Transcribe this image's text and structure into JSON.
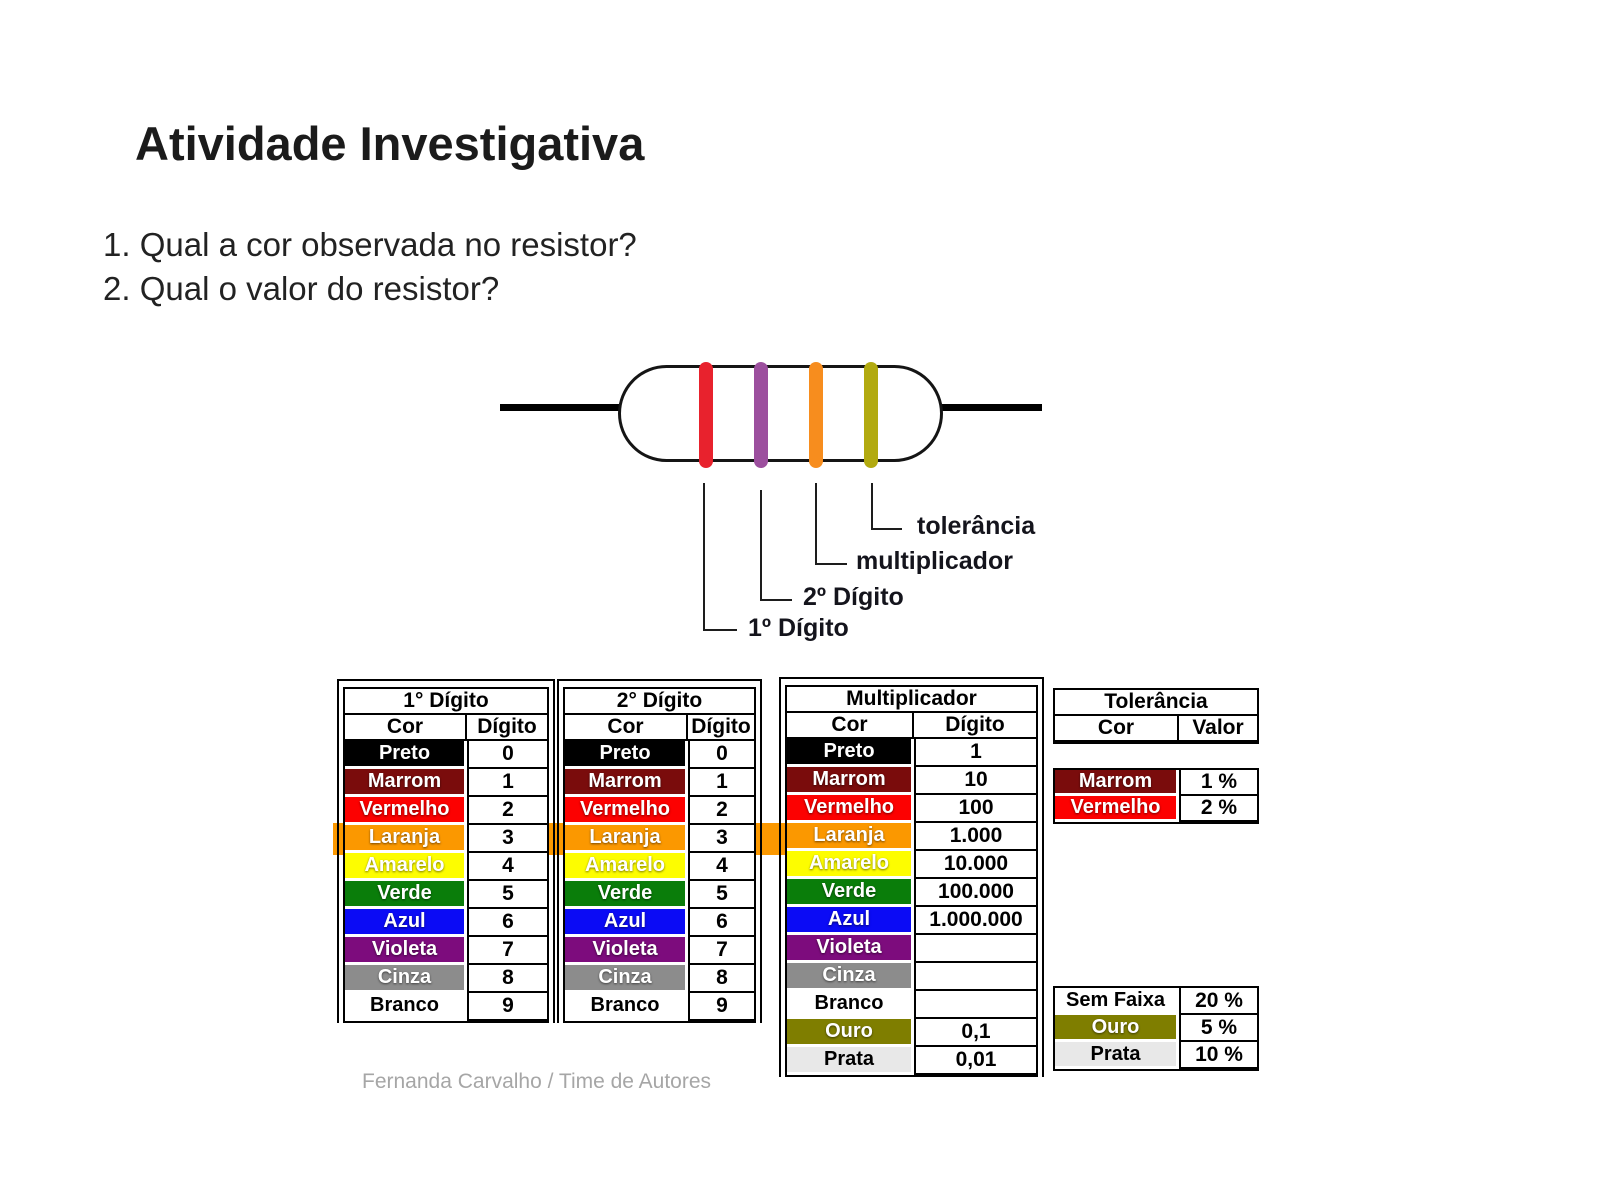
{
  "slide": {
    "title": "Atividade Investigativa",
    "questions": [
      "1. Qual a cor observada no resistor?",
      "2. Qual o valor do resistor?"
    ],
    "footer": "Fernanda Carvalho / Time de Autores"
  },
  "resistor": {
    "bands": [
      {
        "name": "band-vermelho",
        "color": "#e8222d",
        "label": "1º Dígito"
      },
      {
        "name": "band-violeta",
        "color": "#9c4f9e",
        "label": "2º Dígito"
      },
      {
        "name": "band-laranja",
        "color": "#f78d1e",
        "label": "multiplicador"
      },
      {
        "name": "band-ouro",
        "color": "#b2aa10",
        "label": "tolerância"
      }
    ]
  },
  "highlight": {
    "color": "#fb9800",
    "highlighted_row": "Laranja"
  },
  "tables": {
    "digit1": {
      "title": "1° Dígito",
      "headers": [
        "Cor",
        "Dígito"
      ],
      "rows": [
        {
          "cor": "Preto",
          "bg": "#000000",
          "fg": "#ffffff",
          "value": "0"
        },
        {
          "cor": "Marrom",
          "bg": "#7a0c0c",
          "fg": "#ffffff",
          "value": "1"
        },
        {
          "cor": "Vermelho",
          "bg": "#fc0101",
          "fg": "#ffffff",
          "value": "2"
        },
        {
          "cor": "Laranja",
          "bg": "#fb9800",
          "fg": "#ffffff",
          "value": "3"
        },
        {
          "cor": "Amarelo",
          "bg": "#fdfd00",
          "fg": "#ffffff",
          "value": "4"
        },
        {
          "cor": "Verde",
          "bg": "#0a7d0a",
          "fg": "#ffffff",
          "value": "5"
        },
        {
          "cor": "Azul",
          "bg": "#0b0bf5",
          "fg": "#ffffff",
          "value": "6"
        },
        {
          "cor": "Violeta",
          "bg": "#7d0c7d",
          "fg": "#ffffff",
          "value": "7"
        },
        {
          "cor": "Cinza",
          "bg": "#8c8c8c",
          "fg": "#ffffff",
          "value": "8"
        },
        {
          "cor": "Branco",
          "bg": "#ffffff",
          "fg": "#000000",
          "value": "9"
        }
      ]
    },
    "digit2": {
      "title": "2° Dígito",
      "headers": [
        "Cor",
        "Dígito"
      ],
      "rows": [
        {
          "cor": "Preto",
          "bg": "#000000",
          "fg": "#ffffff",
          "value": "0"
        },
        {
          "cor": "Marrom",
          "bg": "#7a0c0c",
          "fg": "#ffffff",
          "value": "1"
        },
        {
          "cor": "Vermelho",
          "bg": "#fc0101",
          "fg": "#ffffff",
          "value": "2"
        },
        {
          "cor": "Laranja",
          "bg": "#fb9800",
          "fg": "#ffffff",
          "value": "3"
        },
        {
          "cor": "Amarelo",
          "bg": "#fdfd00",
          "fg": "#ffffff",
          "value": "4"
        },
        {
          "cor": "Verde",
          "bg": "#0a7d0a",
          "fg": "#ffffff",
          "value": "5"
        },
        {
          "cor": "Azul",
          "bg": "#0b0bf5",
          "fg": "#ffffff",
          "value": "6"
        },
        {
          "cor": "Violeta",
          "bg": "#7d0c7d",
          "fg": "#ffffff",
          "value": "7"
        },
        {
          "cor": "Cinza",
          "bg": "#8c8c8c",
          "fg": "#ffffff",
          "value": "8"
        },
        {
          "cor": "Branco",
          "bg": "#ffffff",
          "fg": "#000000",
          "value": "9"
        }
      ]
    },
    "multiplier": {
      "title": "Multiplicador",
      "headers": [
        "Cor",
        "Dígito"
      ],
      "rows": [
        {
          "cor": "Preto",
          "bg": "#000000",
          "fg": "#ffffff",
          "value": "1"
        },
        {
          "cor": "Marrom",
          "bg": "#7a0c0c",
          "fg": "#ffffff",
          "value": "10"
        },
        {
          "cor": "Vermelho",
          "bg": "#fc0101",
          "fg": "#ffffff",
          "value": "100"
        },
        {
          "cor": "Laranja",
          "bg": "#fb9800",
          "fg": "#ffffff",
          "value": "1.000"
        },
        {
          "cor": "Amarelo",
          "bg": "#fdfd00",
          "fg": "#ffffff",
          "value": "10.000"
        },
        {
          "cor": "Verde",
          "bg": "#0a7d0a",
          "fg": "#ffffff",
          "value": "100.000"
        },
        {
          "cor": "Azul",
          "bg": "#0b0bf5",
          "fg": "#ffffff",
          "value": "1.000.000"
        },
        {
          "cor": "Violeta",
          "bg": "#7d0c7d",
          "fg": "#ffffff",
          "value": ""
        },
        {
          "cor": "Cinza",
          "bg": "#8c8c8c",
          "fg": "#ffffff",
          "value": ""
        },
        {
          "cor": "Branco",
          "bg": "#ffffff",
          "fg": "#000000",
          "value": ""
        },
        {
          "cor": "Ouro",
          "bg": "#7f7e00",
          "fg": "#ffffff",
          "value": "0,1"
        },
        {
          "cor": "Prata",
          "bg": "#e8e8e8",
          "fg": "#000000",
          "value": "0,01"
        }
      ]
    },
    "tolerance": {
      "title": "Tolerância",
      "headers": [
        "Cor",
        "Valor"
      ],
      "upper_rows": [
        {
          "cor": "Marrom",
          "bg": "#7a0c0c",
          "fg": "#ffffff",
          "value": "1 %"
        },
        {
          "cor": "Vermelho",
          "bg": "#fc0101",
          "fg": "#ffffff",
          "value": "2 %"
        }
      ],
      "lower_rows": [
        {
          "cor": "Sem Faixa",
          "bg": "#ffffff",
          "fg": "#000000",
          "value": "20 %"
        },
        {
          "cor": "Ouro",
          "bg": "#7f7e00",
          "fg": "#ffffff",
          "value": "5 %"
        },
        {
          "cor": "Prata",
          "bg": "#e8e8e8",
          "fg": "#000000",
          "value": "10 %"
        }
      ]
    }
  }
}
